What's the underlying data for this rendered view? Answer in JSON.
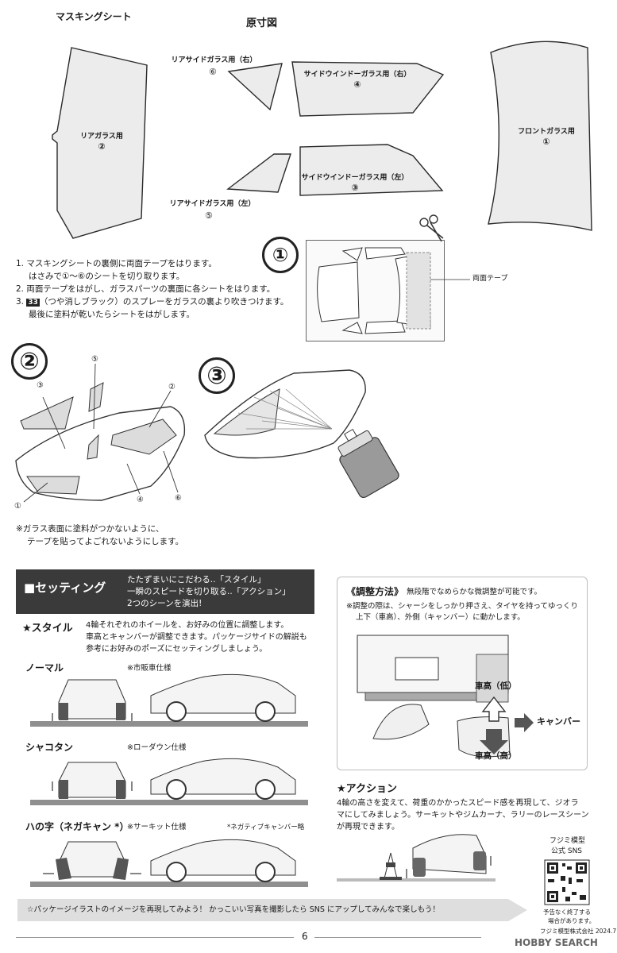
{
  "masking": {
    "title": "マスキングシート",
    "scale_title": "原寸図",
    "sheets": [
      {
        "label": "リアガラス用",
        "number": "②"
      },
      {
        "label": "リアサイドガラス用（右）",
        "number": "⑥"
      },
      {
        "label": "サイドウインドーガラス用（右）",
        "number": "④"
      },
      {
        "label": "フロントガラス用",
        "number": "①"
      },
      {
        "label": "サイドウインドーガラス用（左）",
        "number": "③"
      },
      {
        "label": "リアサイドガラス用（左）",
        "number": "⑤"
      }
    ]
  },
  "instructions": {
    "lines": [
      "1. マスキングシートの裏側に両面テープをはります。",
      "はさみで①〜⑥のシートを切り取ります。",
      "2. 両面テープをはがし、ガラスパーツの裏面に各シートをはります。",
      "3. ",
      "最後に塗料が乾いたらシートをはがします。"
    ],
    "paint_code": "33",
    "paint_text": "（つや消しブラック）のスプレーをガラスの裏より吹きつけます。",
    "tape_label": "両面テープ"
  },
  "steps": {
    "one": "①",
    "two": "②",
    "three": "③"
  },
  "diagram2_labels": [
    "③",
    "⑤",
    "②",
    "①",
    "④",
    "⑥"
  ],
  "note": {
    "line1": "※ガラス表面に塗料がつかないように、",
    "line2": "テープを貼ってよごれないようにします。"
  },
  "setting": {
    "title": "■セッティング",
    "lines": [
      "たたずまいにこだわる..「スタイル」",
      "一瞬のスピードを切り取る..「アクション」",
      "2つのシーンを演出!"
    ],
    "style_title": "★スタイル",
    "style_desc": [
      "4輪それぞれのホイールを、お好みの位置に調整します。",
      "車高とキャンバーが調整できます。パッケージサイドの解説も",
      "参考にお好みのポーズにセッティングしましょう。"
    ],
    "normal": "ノーマル",
    "normal_note": "※市販車仕様",
    "shakotan": "シャコタン",
    "shakotan_note": "※ローダウン仕様",
    "hachinoji": "ハの字（ネガキャン *）",
    "hachinoji_note": "※サーキット仕様",
    "negative_note": "*ネガティブキャンバー略"
  },
  "adjust": {
    "title": "《調整方法》",
    "subtitle": "無段階でなめらかな微調整が可能です。",
    "desc": [
      "※調整の際は、シャーシをしっかり押さえ、タイヤを持ってゆっくり",
      "上下（車高）、外側（キャンバー）に動かします。"
    ],
    "height_low": "車高（低）",
    "height_high": "車高（高）",
    "camber": "キャンバー"
  },
  "action": {
    "title": "★アクション",
    "desc": [
      "4輪の高さを変えて、荷重のかかったスピード感を再現して、ジオラ",
      "マにしてみましょう。サーキットやジムカーナ、ラリーのレースシーン",
      "が再現できます。"
    ]
  },
  "sns": {
    "brand": "フジミ模型",
    "label": "公式 SNS",
    "note1": "予告なく終了する",
    "note2": "場合があります。"
  },
  "footer": {
    "banner": "☆パッケージイラストのイメージを再現してみよう！ かっこいい写真を撮影したら SNS にアップしてみんなで楽しもう！",
    "page": "6",
    "copyright": "フジミ模型株式会社 2024.7",
    "watermark": "HOBBY SEARCH"
  },
  "colors": {
    "dark": "#3a3a3a",
    "sheet": "#ececec",
    "ground": "#8f8f8f"
  }
}
